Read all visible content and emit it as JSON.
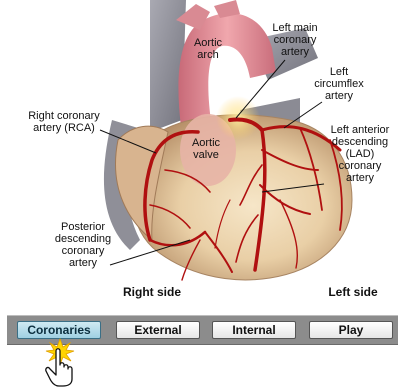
{
  "labels": {
    "aortic_arch": "Aortic\narch",
    "left_main": "Left main\ncoronary\nartery",
    "left_circumflex": "Left\ncircumflex\nartery",
    "rca": "Right coronary\nartery (RCA)",
    "aortic_valve": "Aortic\nvalve",
    "lad": "Left anterior\ndescending\n(LAD)\ncoronary\nartery",
    "posterior": "Posterior\ndescending\ncoronary\nartery",
    "right_side": "Right side",
    "left_side": "Left side"
  },
  "tabs": [
    {
      "label": "Coronaries",
      "active": true
    },
    {
      "label": "External",
      "active": false
    },
    {
      "label": "Internal",
      "active": false
    },
    {
      "label": "Play",
      "active": false
    }
  ],
  "colors": {
    "artery": "#b01010",
    "tab_active": "#a9d6e6",
    "tabbar": "#8c8c8c"
  },
  "icons": {
    "cursor": "hand-pointer-icon"
  }
}
